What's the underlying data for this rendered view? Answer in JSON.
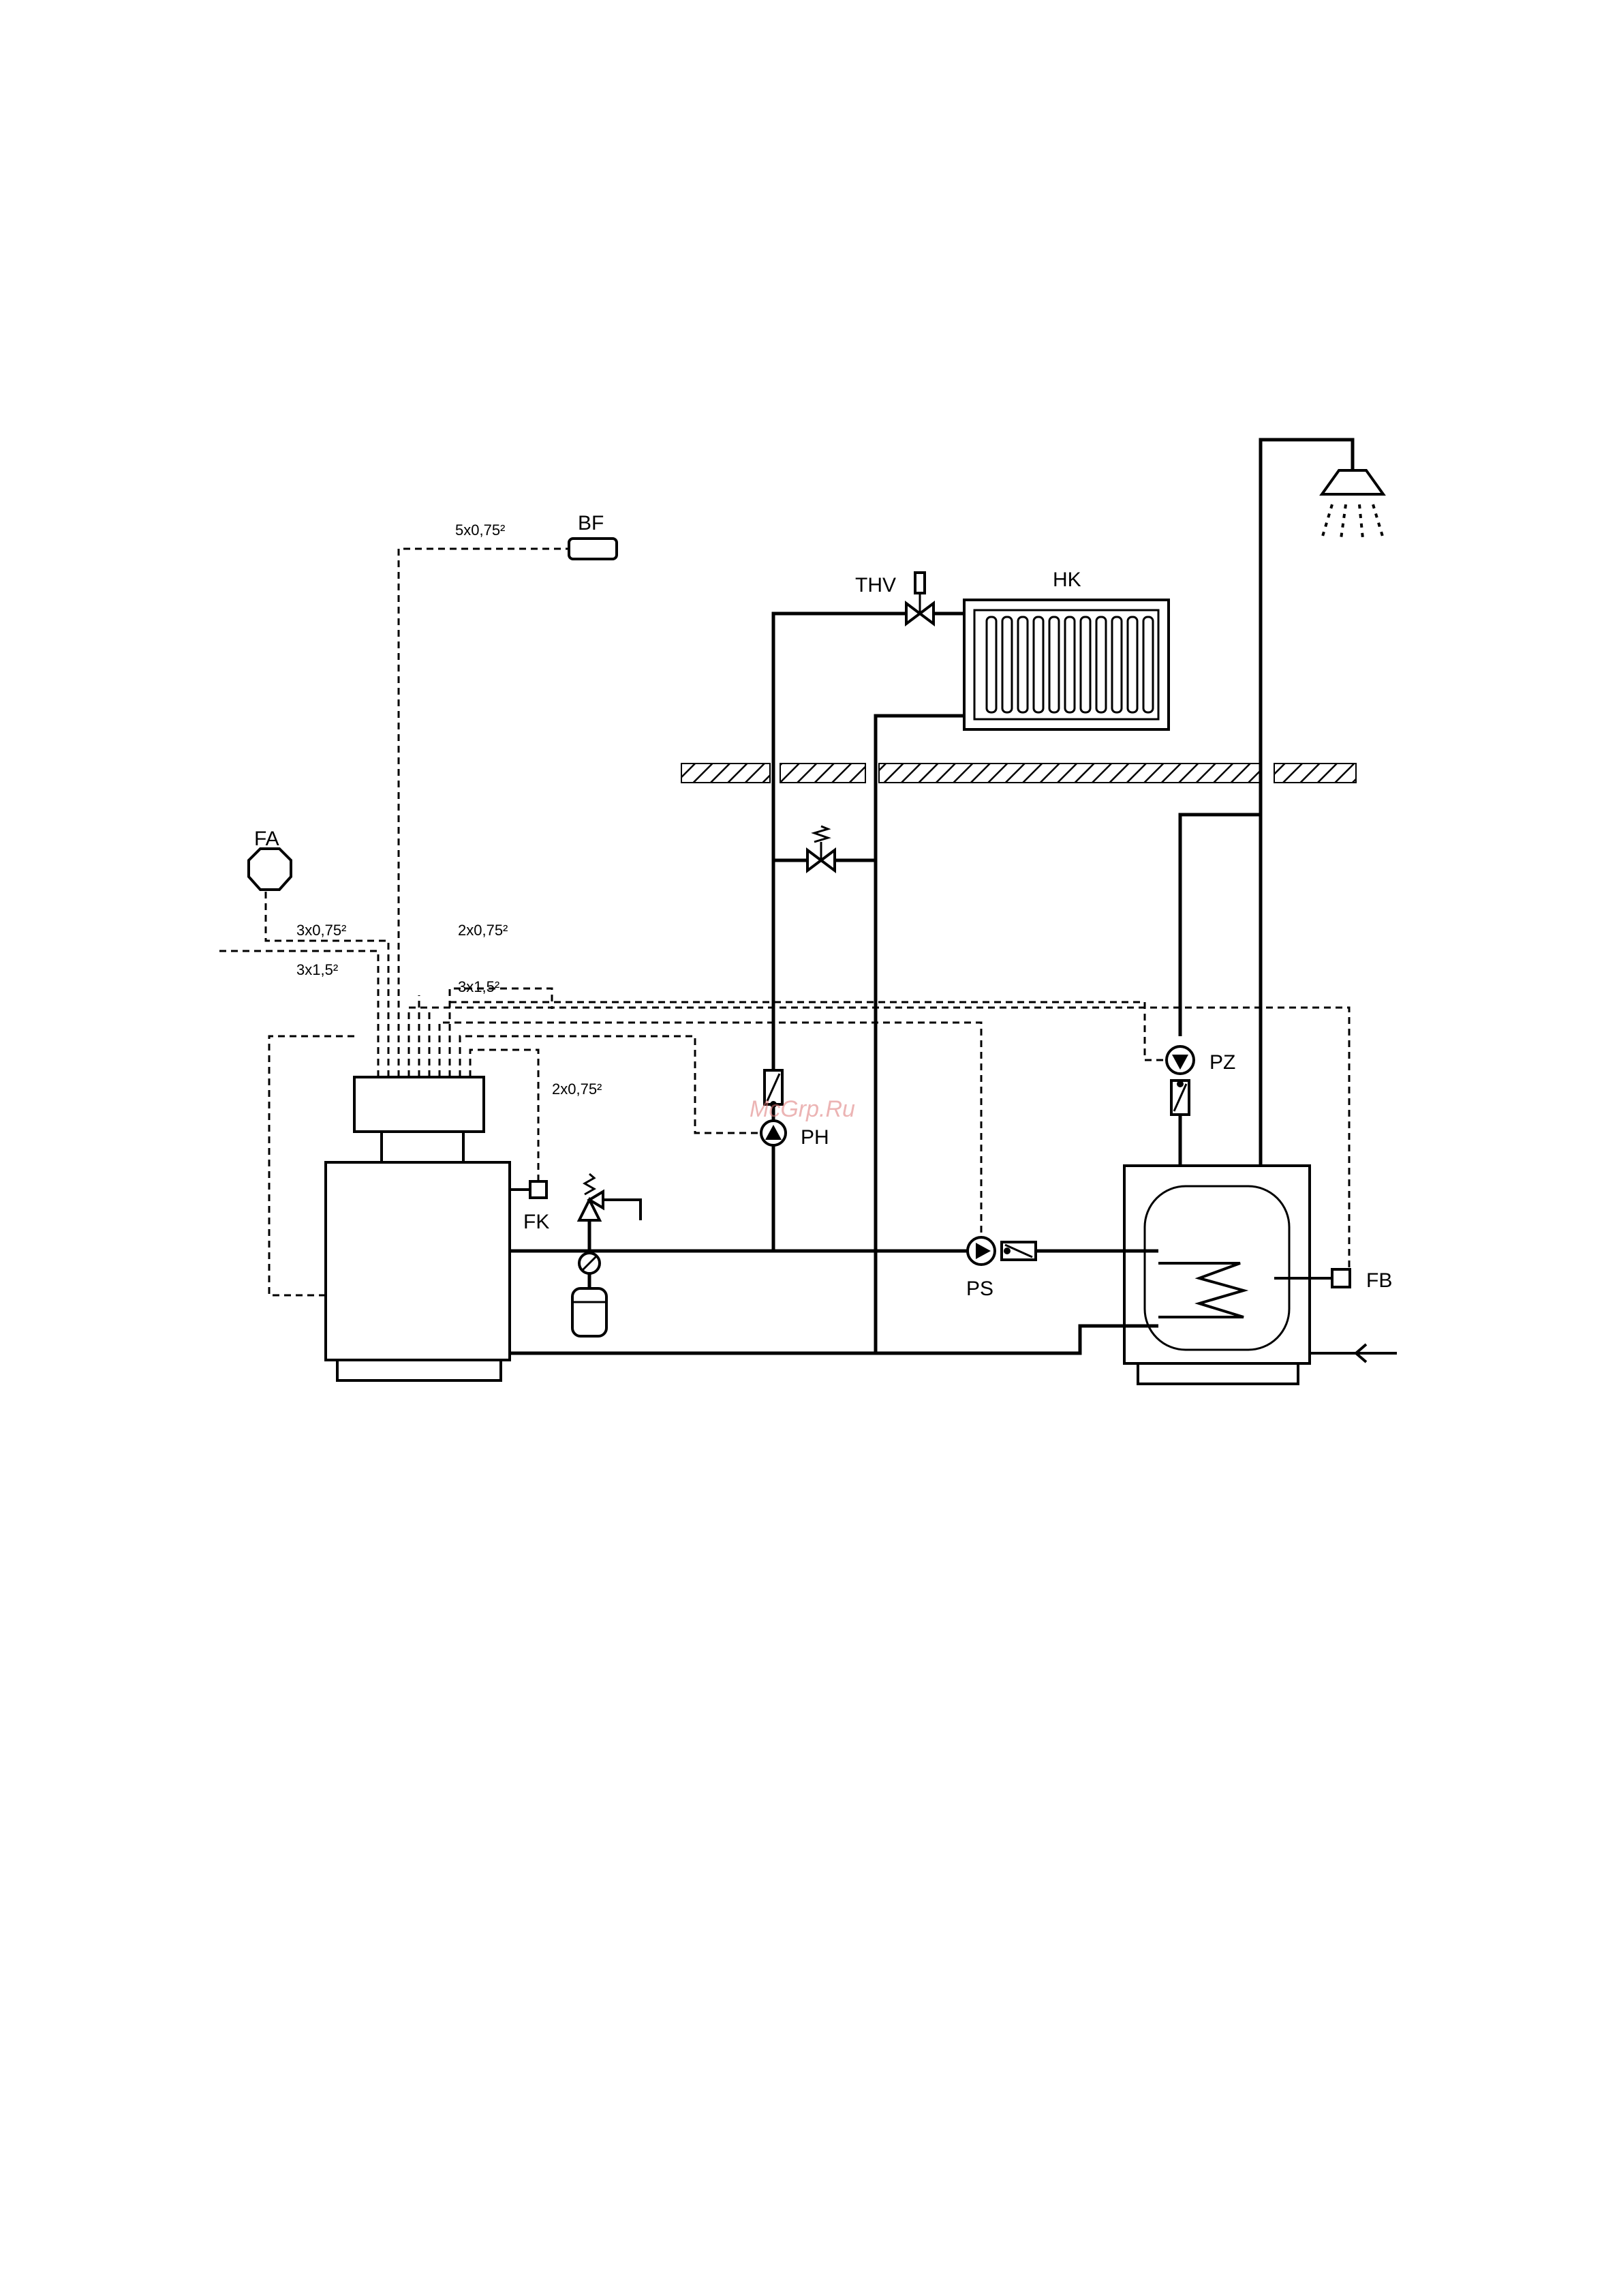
{
  "labels": {
    "bf": "BF",
    "fa": "FA",
    "thv": "THV",
    "hk": "HK",
    "fk": "FK",
    "ph": "PH",
    "ps": "PS",
    "pz": "PZ",
    "fb": "FB"
  },
  "cables": {
    "c1": "5x0,75²",
    "c2": "3x0,75²",
    "c3": "3x1,5²",
    "c4": "2x0,75²",
    "c5": "3x1,5²",
    "c6": "2x0,75²"
  },
  "watermark": "McGrp.Ru",
  "colors": {
    "line": "#000000",
    "watermark": "#dd7777"
  }
}
